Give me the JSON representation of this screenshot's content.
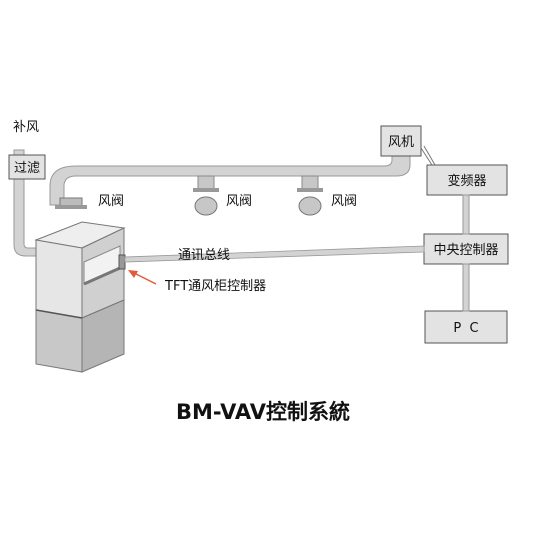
{
  "labels": {
    "makeup_air": "补风",
    "filter": "过滤",
    "fan": "风机",
    "damper_1": "风阀",
    "damper_2": "风阀",
    "damper_3": "风阀",
    "vfd": "变频器",
    "central_controller": "中央控制器",
    "pc": "P  C",
    "comm_bus": "通讯总线",
    "tft_controller": "TFT通风柜控制器"
  },
  "title": "BM-VAV控制系統",
  "colors": {
    "duct": "#d3d3d3",
    "box_fill": "#e3e3e3",
    "stroke": "#555555",
    "arrow": "#e05a3c"
  }
}
